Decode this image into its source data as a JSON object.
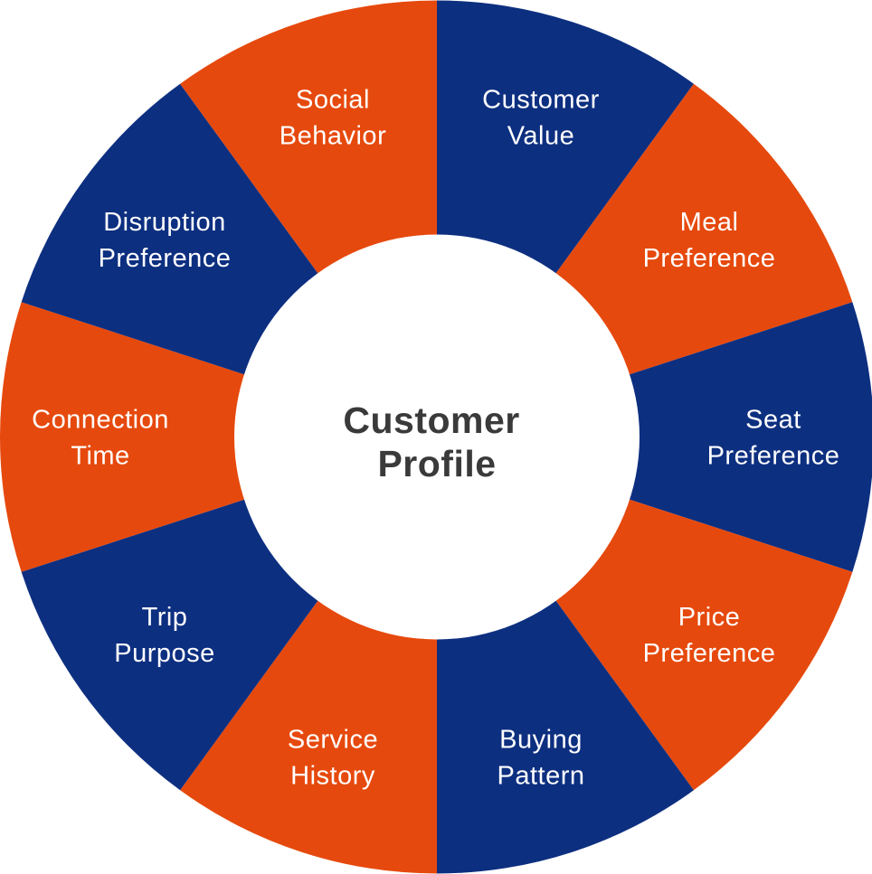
{
  "diagram": {
    "type": "segmented-wheel",
    "center": {
      "title_lines": [
        "Customer",
        "Profile"
      ]
    },
    "colors": {
      "blue": "#0d2f80",
      "orange": "#e6490d",
      "hub_bg": "#ffffff",
      "center_text": "#3a3a3a",
      "segment_text": "#ffffff"
    },
    "geometry_semantics": {
      "segment_count": 10,
      "start_position": "top",
      "direction": "clockwise"
    },
    "segments": [
      {
        "label_lines": [
          "Customer",
          "Value"
        ],
        "color": "blue"
      },
      {
        "label_lines": [
          "Meal",
          "Preference"
        ],
        "color": "orange"
      },
      {
        "label_lines": [
          "Seat",
          "Preference"
        ],
        "color": "blue"
      },
      {
        "label_lines": [
          "Price",
          "Preference"
        ],
        "color": "orange"
      },
      {
        "label_lines": [
          "Buying",
          "Pattern"
        ],
        "color": "blue"
      },
      {
        "label_lines": [
          "Service",
          "History"
        ],
        "color": "orange"
      },
      {
        "label_lines": [
          "Trip",
          "Purpose"
        ],
        "color": "blue"
      },
      {
        "label_lines": [
          "Connection",
          "Time"
        ],
        "color": "orange"
      },
      {
        "label_lines": [
          "Disruption",
          "Preference"
        ],
        "color": "blue"
      },
      {
        "label_lines": [
          "Social",
          "Behavior"
        ],
        "color": "orange"
      }
    ]
  }
}
